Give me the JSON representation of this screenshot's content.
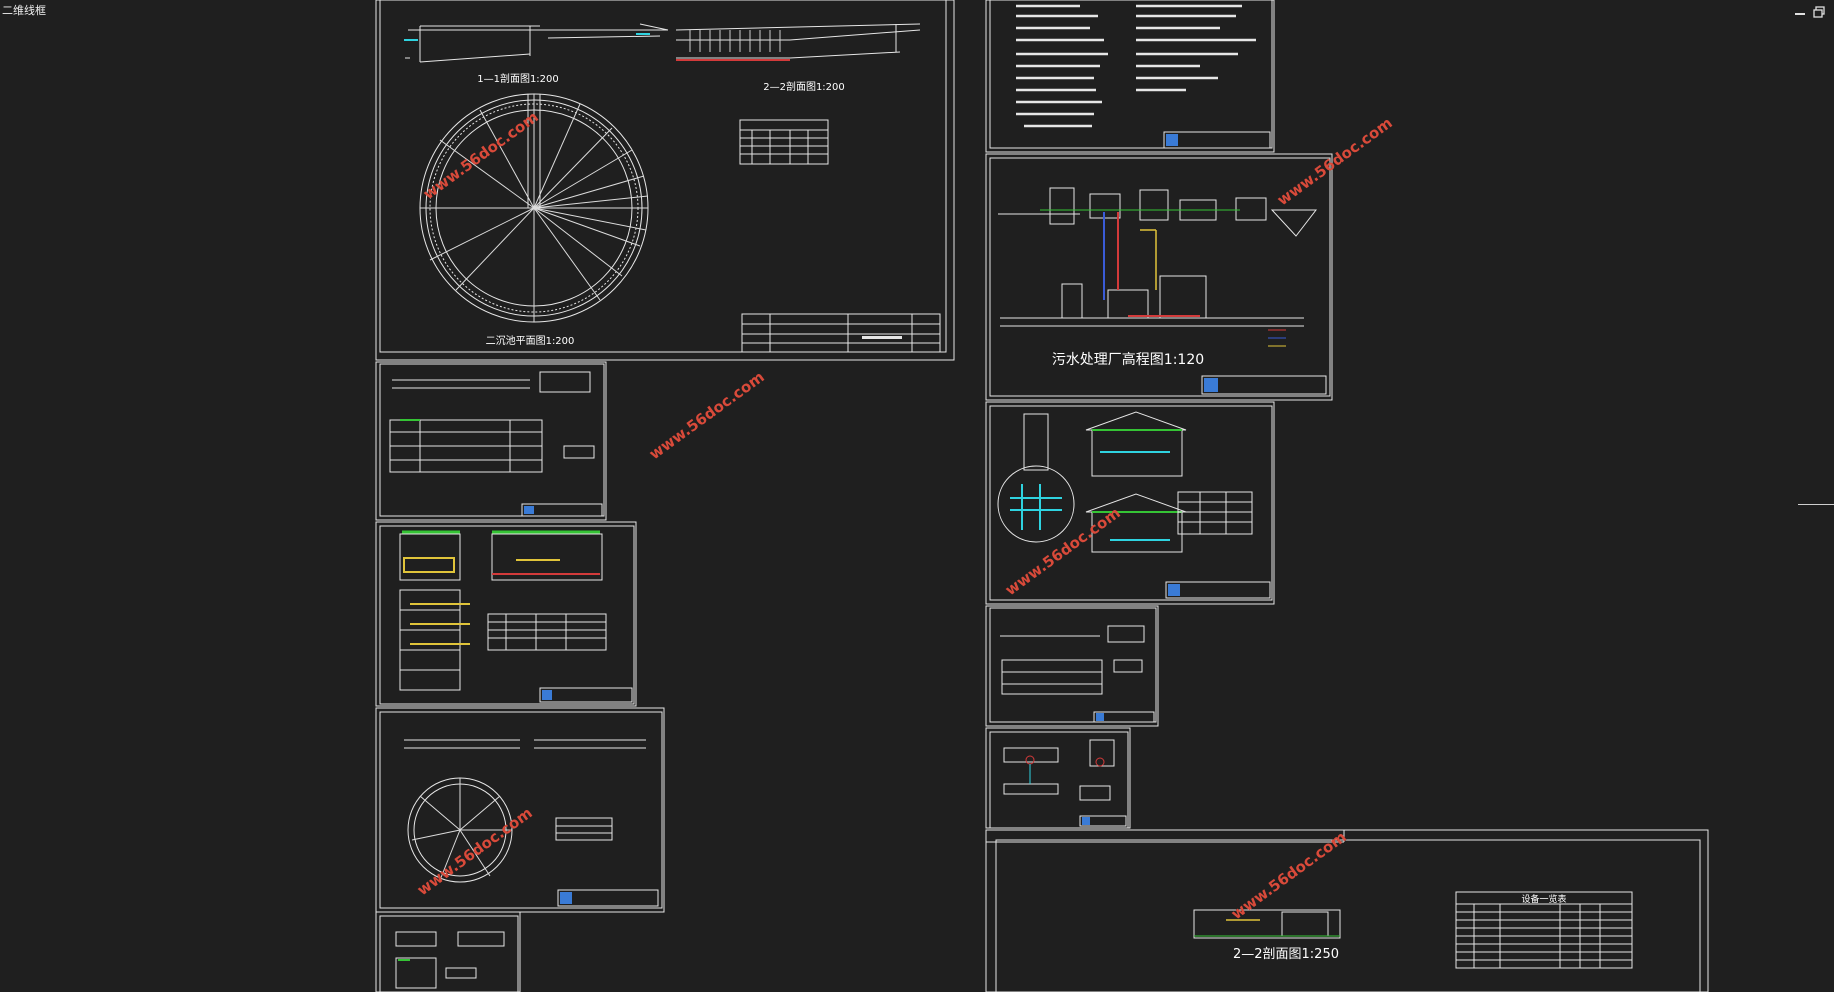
{
  "window": {
    "view_label": "二维线框",
    "minimize_icon": "minimize-icon",
    "restore_icon": "restore-icon"
  },
  "drawings": {
    "sheet1_section1": "1—1剖面图1:200",
    "sheet1_section2": "2—2剖面图1:200",
    "sheet1_plan": "二沉池平面图1:200",
    "elevation_title": "污水处理厂高程图1:120",
    "bottom_section": "2—2剖面图1:250",
    "bottom_table_title": "设备一览表"
  },
  "watermark": "www.56doc.com",
  "colors": {
    "background": "#1f1f1f",
    "line": "#e6e6e6",
    "cyan": "#2fd3e0",
    "green": "#35c435",
    "red": "#d33a3a",
    "blue": "#3a5bd6",
    "yellow": "#e0c43a",
    "watermark": "#d94a3a"
  }
}
